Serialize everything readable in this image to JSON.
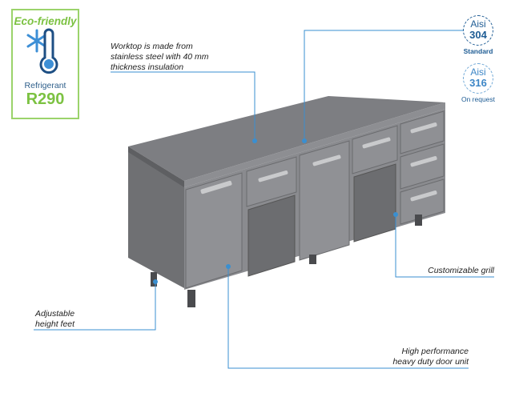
{
  "eco_badge": {
    "title": "Eco-friendly",
    "label": "Refrigerant",
    "value": "R290",
    "icon": "snowflake-thermometer-icon"
  },
  "materials": [
    {
      "label": "Aisi",
      "grade": "304",
      "caption": "Standard"
    },
    {
      "label": "Aisi",
      "grade": "316",
      "caption": "On request"
    }
  ],
  "callouts": {
    "worktop": [
      "Worktop is made from",
      "stainless steel with 40 mm",
      "thickness insulation"
    ],
    "grill": "Customizable grill",
    "feet": [
      "Adjustable",
      "height feet"
    ],
    "door_unit": [
      "High performance",
      "heavy duty door unit"
    ]
  },
  "colors": {
    "accent": "#3a8fd0",
    "eco_green": "#7cc242",
    "navy": "#1e5c94"
  }
}
